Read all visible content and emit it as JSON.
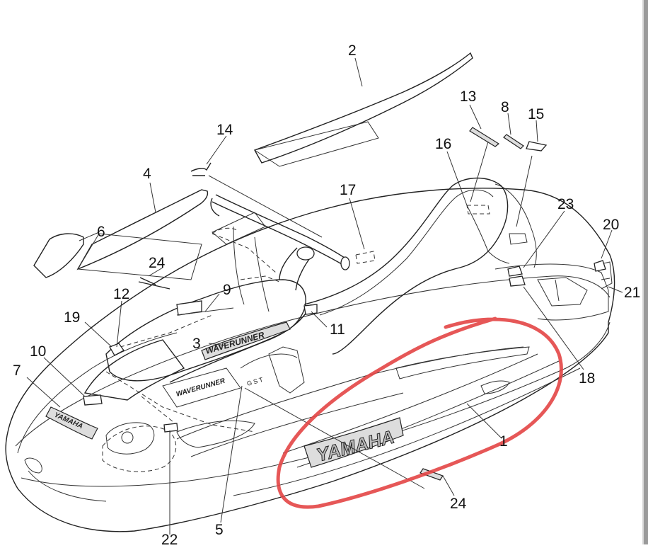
{
  "logos": {
    "side": "YAMAHA",
    "bow": "YAMAHA",
    "hood": "WAVERUNNER",
    "panel": "WAVERUNNER",
    "small": "G S T"
  },
  "callouts": [
    {
      "id": "c1",
      "label": "1"
    },
    {
      "id": "c2",
      "label": "2"
    },
    {
      "id": "c3",
      "label": "3"
    },
    {
      "id": "c4",
      "label": "4"
    },
    {
      "id": "c5",
      "label": "5"
    },
    {
      "id": "c6",
      "label": "6"
    },
    {
      "id": "c7",
      "label": "7"
    },
    {
      "id": "c8",
      "label": "8"
    },
    {
      "id": "c9",
      "label": "9"
    },
    {
      "id": "c10",
      "label": "10"
    },
    {
      "id": "c11",
      "label": "11"
    },
    {
      "id": "c12",
      "label": "12"
    },
    {
      "id": "c13",
      "label": "13"
    },
    {
      "id": "c14",
      "label": "14"
    },
    {
      "id": "c15",
      "label": "15"
    },
    {
      "id": "c16",
      "label": "16"
    },
    {
      "id": "c17",
      "label": "17"
    },
    {
      "id": "c18",
      "label": "18"
    },
    {
      "id": "c19",
      "label": "19"
    },
    {
      "id": "c20",
      "label": "20"
    },
    {
      "id": "c21",
      "label": "21"
    },
    {
      "id": "c22",
      "label": "22"
    },
    {
      "id": "c23",
      "label": "23"
    },
    {
      "id": "c24a",
      "label": "24"
    },
    {
      "id": "c24b",
      "label": "24"
    }
  ],
  "colors": {
    "highlight": "#e34545",
    "ink": "#222222",
    "background": "#ffffff"
  }
}
